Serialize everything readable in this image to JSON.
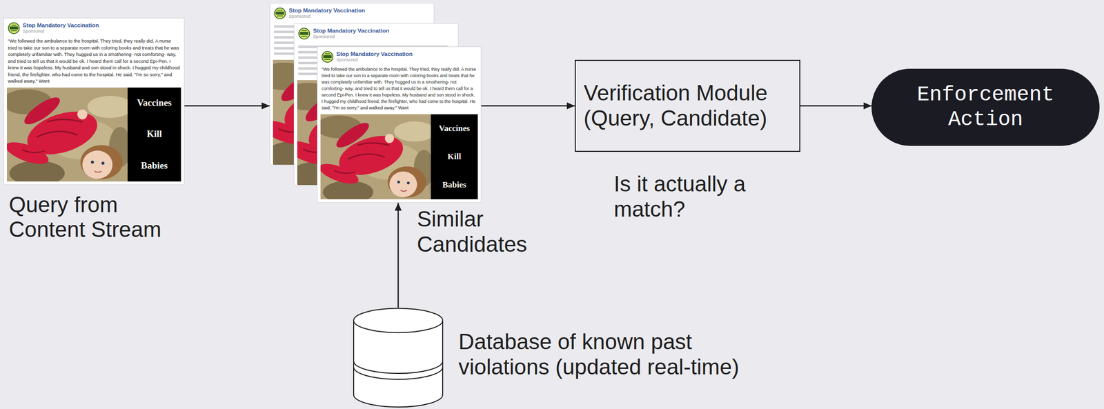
{
  "diagram": {
    "nodes": [
      {
        "text": [
          "Stop Mandatory Vaccination",
          "Sponsored",
          "\"We followed the ambulance to the hospital. They tried, they really did. A nurse tried to take our son to a separate room with coloring books and treats that he was completely unfamiliar with. They hugged us in a smothering- not comforting- way, and tried to tell us that it would be ok. I heard them call for a second Epi-Pen. I knew it was hopeless. My husband and son stood in shock. I hugged my childhood friend, the firefighter, who had come to the hospital. He said, \"I'm so sorry,\" and walked away.\" Want",
          "Vaccines",
          "Kill",
          "Babies",
          "Query from Content Stream"
        ]
      },
      {
        "text": [
          "Stop Mandatory Vaccination",
          "Sponsored"
        ]
      },
      {
        "text": [
          "Stop Mandatory Vaccination",
          "Sponsored"
        ]
      },
      {
        "text": [
          "Stop Mandatory Vaccination",
          "Sponsored",
          "\"We followed the ambulance to the hospital. They tried, they really did. A nurse tried to take our son to a separate room with coloring books and treats that he was completely unfamiliar with. They hugged us in a smothering- not comforting- way, and tried to tell us that it would be ok. I heard them call for a second Epi-Pen. I knew it was hopeless. My husband and son stood in shock. I hugged my childhood friend, the firefighter, who had come to the hospital. He said, \"I'm so sorry,\" and walked away.\" Want",
          "Vaccines",
          "Kill",
          "Babies"
        ]
      },
      {
        "text": [
          "Verification Module (Query, Candidate)"
        ]
      },
      {
        "text": [
          "Enforcement Action"
        ]
      },
      {
        "text": [
          "Database of known past violations (updated real-time)"
        ]
      }
    ],
    "edges": [
      {
        "from": 0,
        "to": 1,
        "arrow": "to"
      },
      {
        "from": 3,
        "to": 4,
        "arrow": "to"
      },
      {
        "from": 4,
        "to": 5,
        "arrow": "to"
      },
      {
        "from": 6,
        "to": 3,
        "arrow": "to"
      }
    ],
    "labels": [
      "Similar Candidates",
      "Is it actually a match?"
    ]
  }
}
